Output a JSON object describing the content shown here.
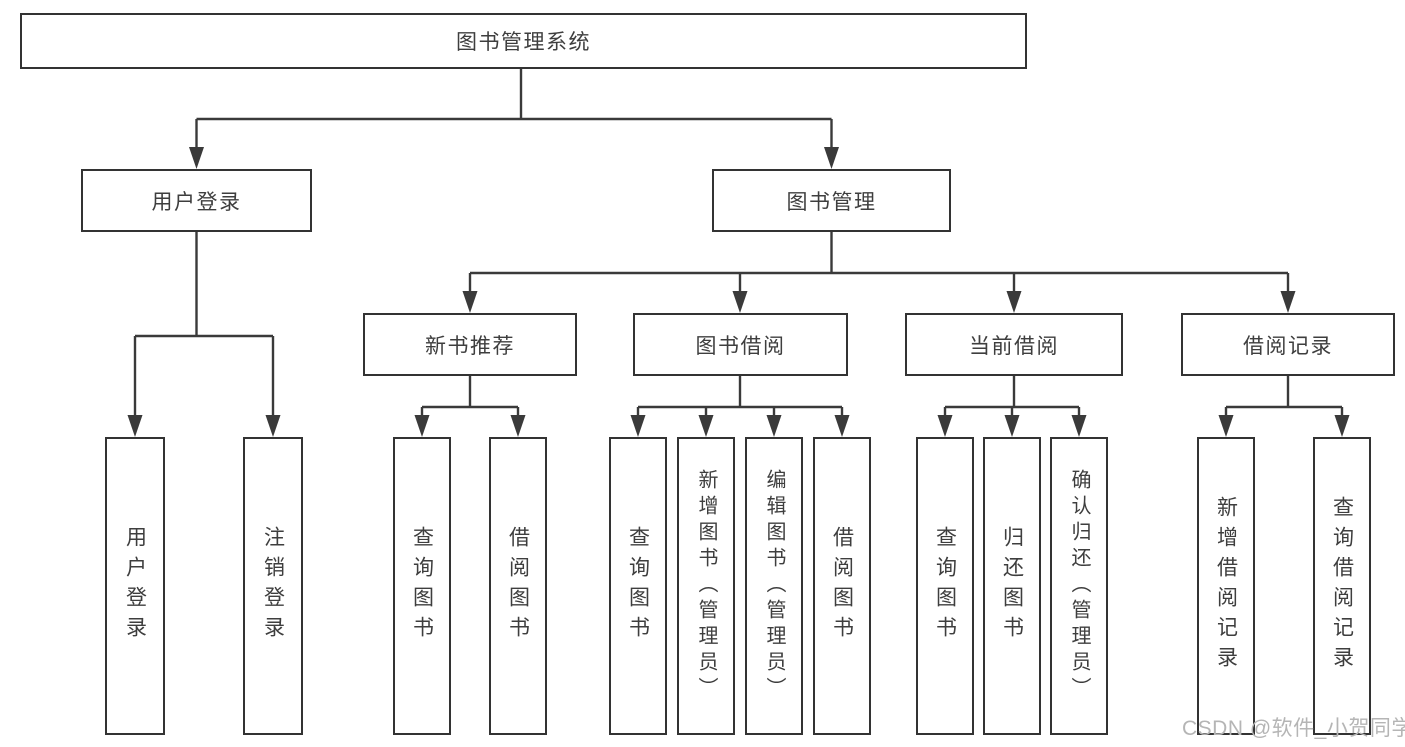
{
  "diagram_type": "tree",
  "root": {
    "label": "图书管理系统"
  },
  "branches": [
    {
      "label": "用户登录",
      "children": [
        {
          "label": "用户登录"
        },
        {
          "label": "注销登录"
        }
      ]
    },
    {
      "label": "图书管理",
      "children": [
        {
          "label": "新书推荐",
          "children": [
            {
              "label": "查询图书"
            },
            {
              "label": "借阅图书"
            }
          ]
        },
        {
          "label": "图书借阅",
          "children": [
            {
              "label": "查询图书"
            },
            {
              "label": "新增图书（管理员）"
            },
            {
              "label": "编辑图书（管理员）"
            },
            {
              "label": "借阅图书"
            }
          ]
        },
        {
          "label": "当前借阅",
          "children": [
            {
              "label": "查询图书"
            },
            {
              "label": "归还图书"
            },
            {
              "label": "确认归还（管理员）"
            }
          ]
        },
        {
          "label": "借阅记录",
          "children": [
            {
              "label": "新增借阅记录"
            },
            {
              "label": "查询借阅记录"
            }
          ]
        }
      ]
    }
  ],
  "watermark": {
    "text": "CSDN @软件_小贺同学"
  },
  "colors": {
    "line": "#3a3a3a",
    "border": "#333333",
    "text": "#3e3e3e",
    "background": "#ffffff",
    "watermark": "#b5b5b5"
  }
}
